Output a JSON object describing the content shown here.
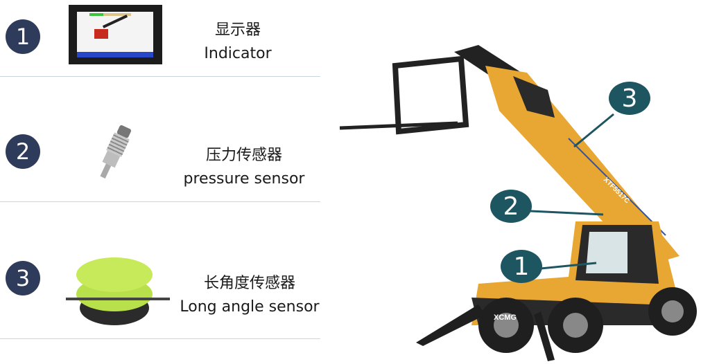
{
  "items": [
    {
      "number": "1",
      "label_cn": "显示器",
      "label_en": "Indicator",
      "icon": "indicator-display-image"
    },
    {
      "number": "2",
      "label_cn": "压力传感器",
      "label_en": "pressure sensor",
      "icon": "pressure-sensor-image"
    },
    {
      "number": "3",
      "label_cn": "长角度传感器",
      "label_en": "Long angle sensor",
      "icon": "angle-sensor-image"
    }
  ],
  "callouts": [
    "1",
    "2",
    "3"
  ],
  "machine": {
    "brand": "XCMG",
    "model": "XTF5517C"
  },
  "colors": {
    "list_number": "#2f3b5a",
    "callout": "#1d5560",
    "machine_body": "#e8a632",
    "divider": "#c9d7dc"
  }
}
